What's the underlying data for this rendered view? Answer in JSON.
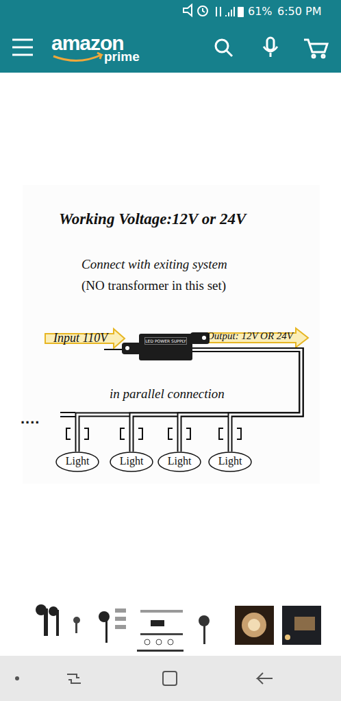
{
  "diagram": {
    "title": "Working Voltage:12V or 24V",
    "nodes": [
      {
        "text": [
          "LED POWER SUPPLY"
        ]
      },
      {
        "text": [
          "Light"
        ]
      },
      {
        "text": [
          "Light"
        ]
      },
      {
        "text": [
          "Light"
        ]
      },
      {
        "text": [
          "Light"
        ]
      }
    ],
    "edges": [
      {
        "from": 0,
        "to": 1,
        "arrow": "none"
      },
      {
        "from": 0,
        "to": 2,
        "arrow": "none"
      },
      {
        "from": 0,
        "to": 3,
        "arrow": "none"
      },
      {
        "from": 0,
        "to": 4,
        "arrow": "none"
      }
    ],
    "labels": [
      "61%",
      "6:50 PM",
      "amazon",
      "prime",
      "Connect with exiting system",
      "(NO transformer in this set)",
      "Input 110V",
      "Output: 12V OR 24V",
      "in parallel connection",
      "...."
    ]
  }
}
